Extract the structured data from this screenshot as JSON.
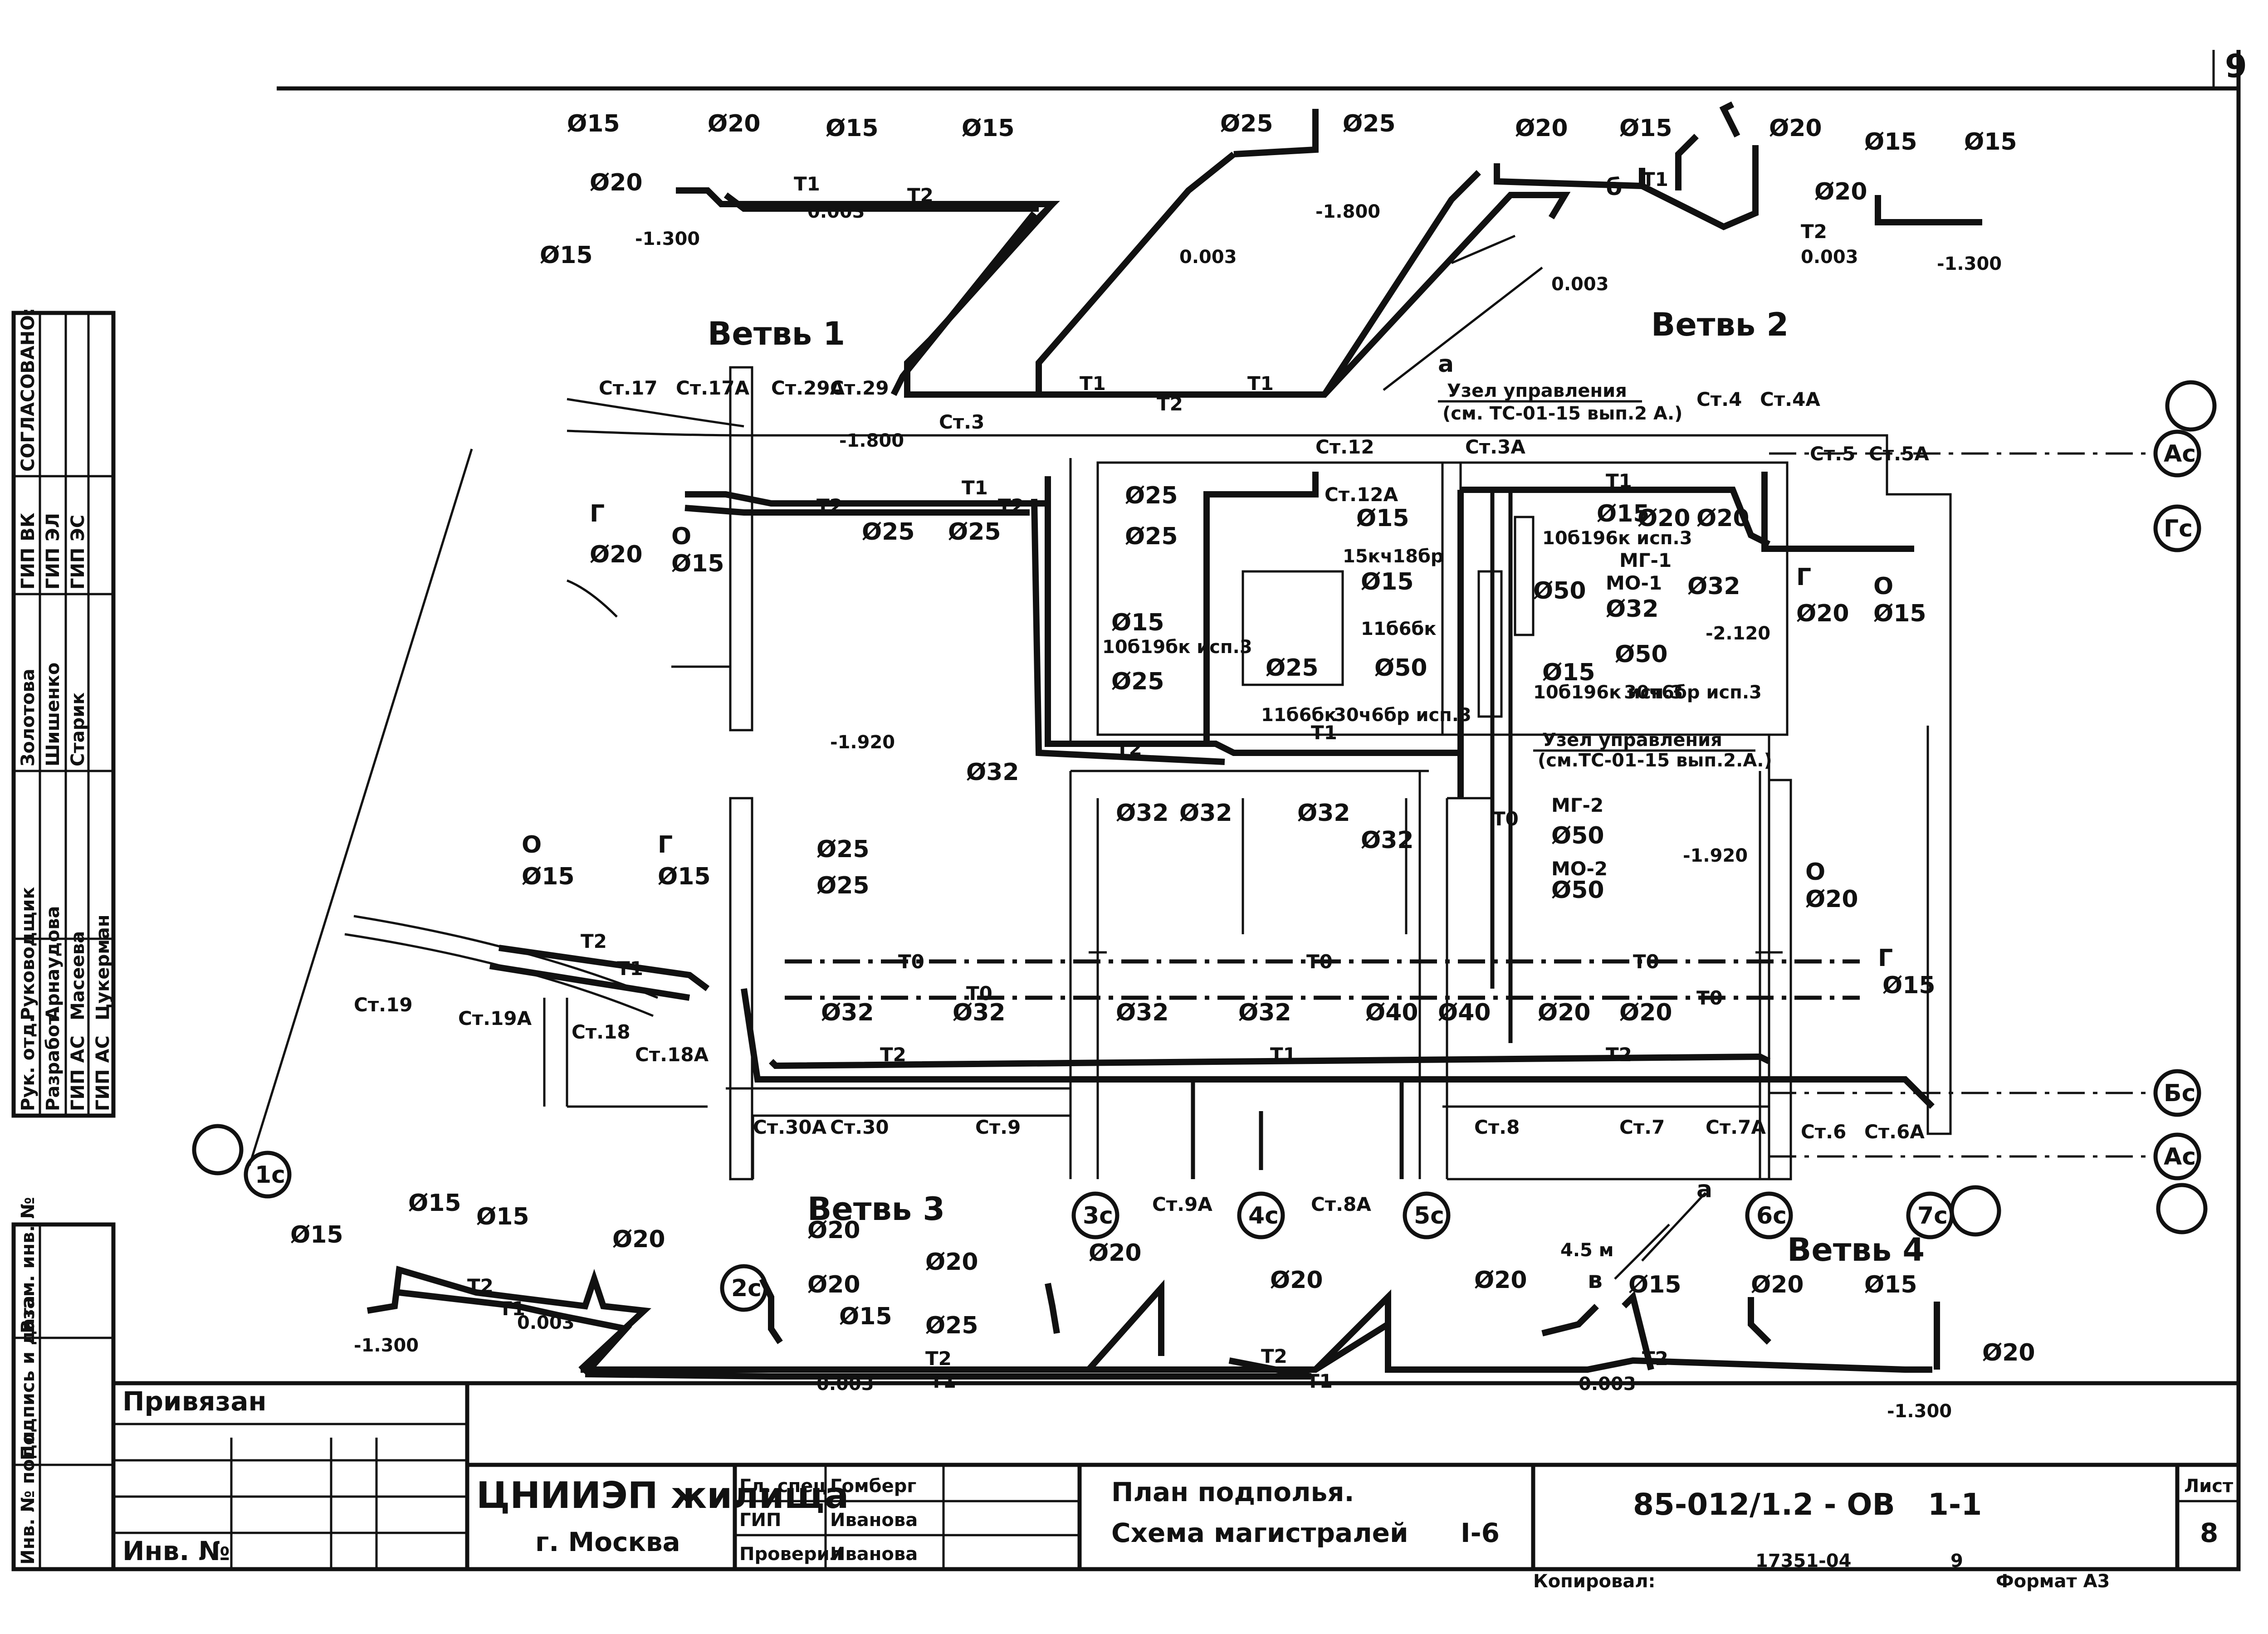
{
  "sheet": {
    "page_corner_number": "9",
    "bottom_stamp_number": "17351-04",
    "bottom_stamp_small": "9",
    "bottom_copyist": "Копировал:",
    "bottom_format": "Формат А3"
  },
  "side_stamp": {
    "agreed_header": "СОГЛАСОВАНО:",
    "rows": [
      {
        "role": "ГИП ВК",
        "name": "Золотова"
      },
      {
        "role": "ГИП ЭЛ",
        "name": "Шишенко"
      },
      {
        "role": "ГИП ЭС",
        "name": "Старик"
      },
      {
        "role": "Рук. отд.",
        "name": "Руководщик"
      },
      {
        "role": "Разработ.",
        "name": "Арнаудова"
      },
      {
        "role": "ГИП АС",
        "name": "Масеева"
      },
      {
        "role": "ГИП АС",
        "name": "Цукерман"
      }
    ],
    "columns": [
      "Инв. № подл.",
      "Подпись и дата",
      "Взам. инв. №"
    ]
  },
  "title_block": {
    "bound_label": "Привязан",
    "inv_label": "Инв. №",
    "org_name": "ЦНИИЭП жилища",
    "org_city": "г. Москва",
    "roles": [
      {
        "role": "Гл. спец.",
        "name": "Гомберг"
      },
      {
        "role": "ГИП",
        "name": "Иванова"
      },
      {
        "role": "Проверил",
        "name": "Иванова"
      }
    ],
    "drawing_title_line1": "План подполья.",
    "drawing_title_line2": "Схема магистралей",
    "section": "I-6",
    "doc_code": "85-012/1.2 - ОВ",
    "doc_sub": "1-1",
    "sheet_label": "Лист",
    "sheet_number": "8"
  },
  "branches": [
    "Ветвь 1",
    "Ветвь 2",
    "Ветвь 3",
    "Ветвь 4"
  ],
  "control_units": [
    {
      "line1": "Узел управления",
      "line2": "(см. ТС-01-15 вып.2 А.)"
    },
    {
      "line1": "Узел управления",
      "line2": "(см.ТС-01-15 вып.2.А.)"
    }
  ],
  "elevations": [
    "-1.300",
    "-1.300",
    "-1.300",
    "-1.300",
    "-1.800",
    "-1.920",
    "-1.920",
    "-2.120"
  ],
  "slopes": [
    "0.003",
    "0.003",
    "0.003",
    "0.003",
    "0.003",
    "0.003"
  ],
  "axes": [
    "Ас",
    "Гс",
    "Бс",
    "Ас",
    "1с",
    "2с",
    "3с",
    "4с",
    "5с",
    "6с",
    "7с"
  ],
  "risers": [
    "Ст.17",
    "Ст.17А",
    "Ст.29А",
    "Ст.29",
    "Ст.3",
    "Ст.12",
    "Ст.12А",
    "Ст.3А",
    "Ст.4",
    "Ст.4А",
    "Ст.5",
    "Ст.5А",
    "Ст.19",
    "Ст.19А",
    "Ст.18",
    "Ст.18А",
    "Ст.30А",
    "Ст.30",
    "Ст.9",
    "Ст.9А",
    "Ст.8А",
    "Ст.8",
    "Ст.7",
    "Ст.7А",
    "Ст.6",
    "Ст.6А"
  ],
  "pipe_codes": [
    "Т1",
    "Т2",
    "Т0"
  ],
  "meters": [
    "МГ-1",
    "МО-1",
    "МГ-2",
    "МО-2"
  ],
  "valve_notes": [
    "15кч18бр",
    "10б19бк исп.3",
    "11б6бк",
    "30ч6бр исп.3",
    "10б196к исп.3",
    "30ч6бр исп.3"
  ],
  "diameters": [
    "Ø15",
    "Ø20",
    "Ø25",
    "Ø32",
    "Ø40",
    "Ø50"
  ],
  "letters": [
    "а",
    "б",
    "в",
    "Г",
    "О",
    "а"
  ],
  "distance": "4.5 м"
}
